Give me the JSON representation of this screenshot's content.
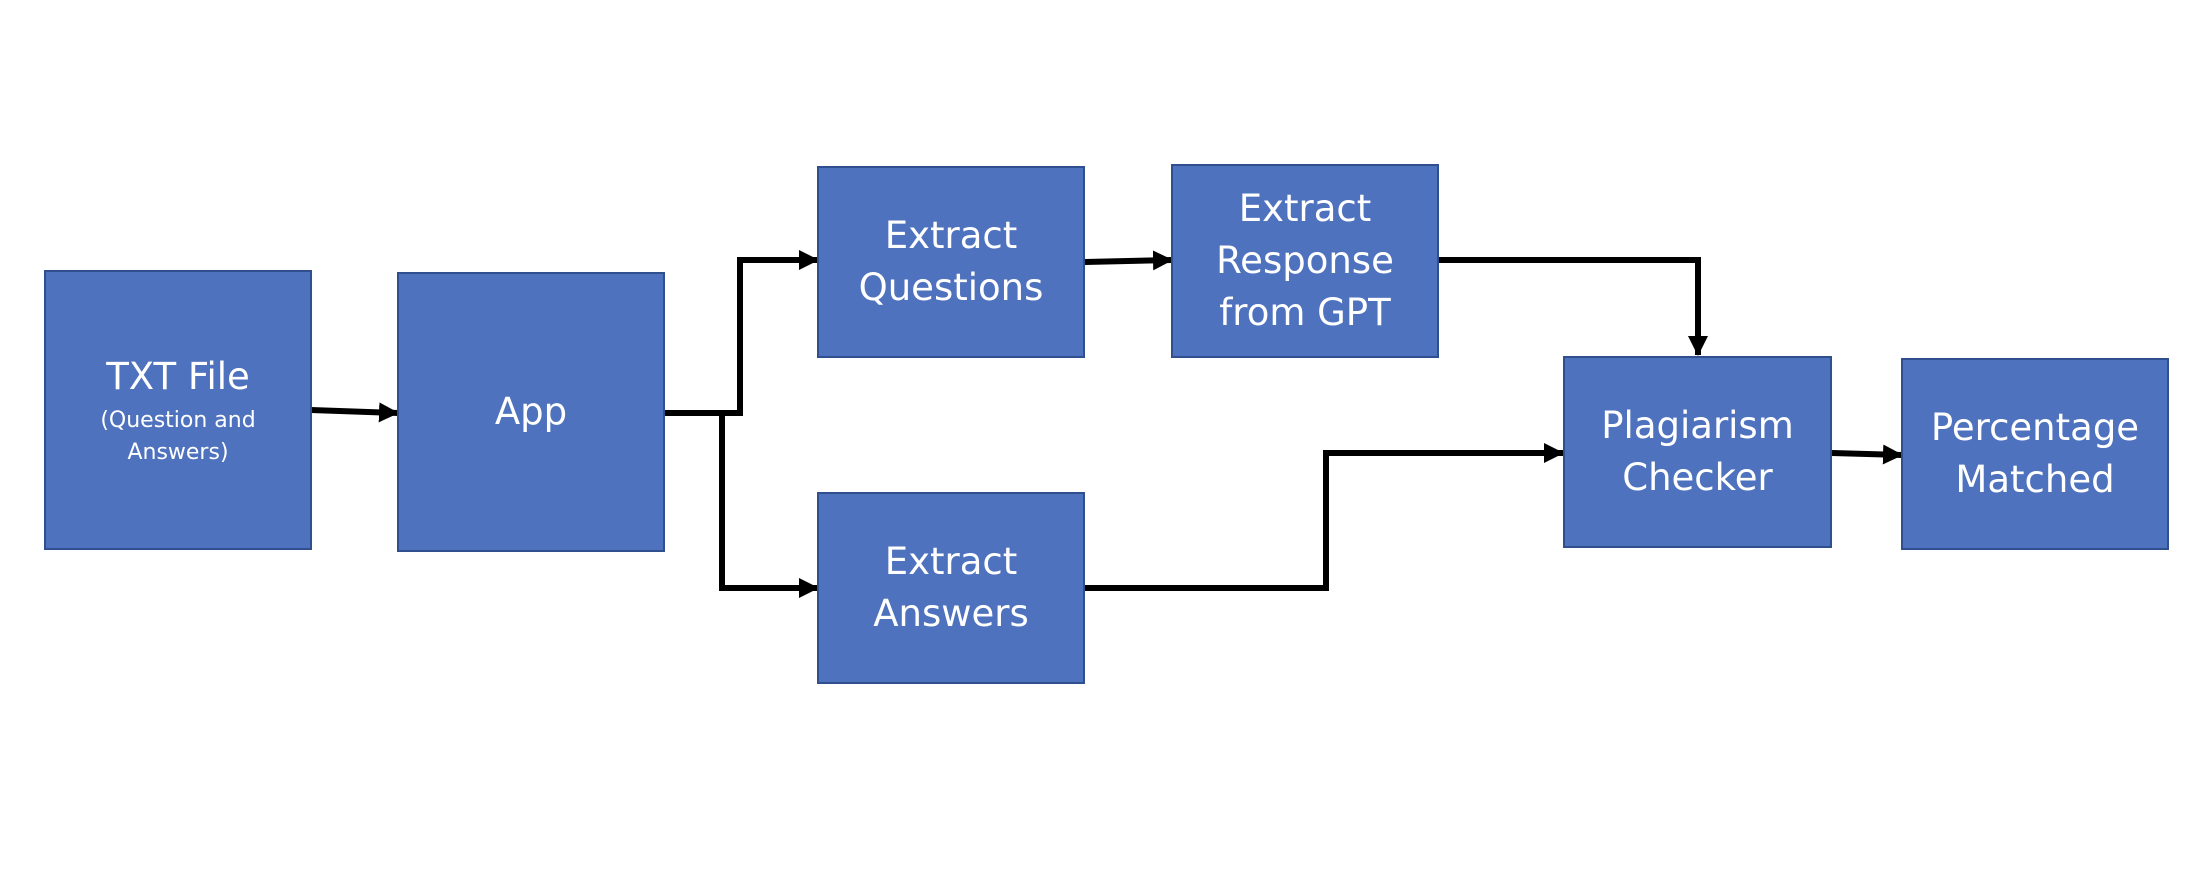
{
  "diagram": {
    "nodes": {
      "txt_file": {
        "label": "TXT File",
        "sublabel": "(Question and\nAnswers)"
      },
      "app": {
        "label": "App"
      },
      "extract_questions": {
        "label": "Extract\nQuestions"
      },
      "extract_response": {
        "label": "Extract\nResponse\nfrom GPT"
      },
      "extract_answers": {
        "label": "Extract\nAnswers"
      },
      "plagiarism_checker": {
        "label": "Plagiarism\nChecker"
      },
      "percentage_matched": {
        "label": "Percentage\nMatched"
      }
    },
    "edges": [
      {
        "from": "txt_file",
        "to": "app"
      },
      {
        "from": "app",
        "to": "extract_questions"
      },
      {
        "from": "app",
        "to": "extract_answers"
      },
      {
        "from": "extract_questions",
        "to": "extract_response"
      },
      {
        "from": "extract_response",
        "to": "plagiarism_checker"
      },
      {
        "from": "extract_answers",
        "to": "plagiarism_checker"
      },
      {
        "from": "plagiarism_checker",
        "to": "percentage_matched"
      }
    ],
    "colors": {
      "node_fill": "#4F72BE",
      "node_border": "#2F4F8F",
      "node_text": "#FFFFFF",
      "connector": "#000000"
    }
  }
}
